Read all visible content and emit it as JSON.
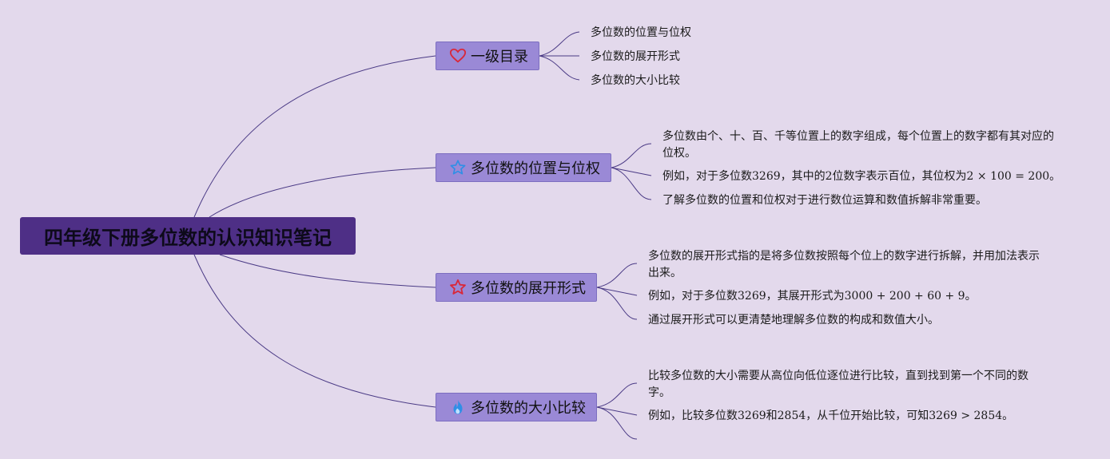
{
  "root": {
    "title": "四年级下册多位数的认识知识笔记"
  },
  "topics": [
    {
      "label": "一级目录",
      "icon": "heart-icon",
      "children": [
        "多位数的位置与位权",
        "多位数的展开形式",
        "多位数的大小比较"
      ]
    },
    {
      "label": "多位数的位置与位权",
      "icon": "star-outline-icon",
      "children": [
        "多位数由个、十、百、千等位置上的数字组成，每个位置上的数字都有其对应的位权。",
        "例如，对于多位数3269，其中的2位数字表示百位，其位权为2 × 100 = 200。",
        "了解多位数的位置和位权对于进行数位运算和数值拆解非常重要。"
      ]
    },
    {
      "label": "多位数的展开形式",
      "icon": "star-red-icon",
      "children": [
        "多位数的展开形式指的是将多位数按照每个位上的数字进行拆解，并用加法表示出来。",
        "例如，对于多位数3269，其展开形式为3000 + 200 + 60 + 9。",
        "通过展开形式可以更清楚地理解多位数的构成和数值大小。"
      ]
    },
    {
      "label": "多位数的大小比较",
      "icon": "flame-icon",
      "children": [
        "比较多位数的大小需要从高位向低位逐位进行比较，直到找到第一个不同的数字。",
        "例如，比较多位数3269和2854，从千位开始比较，可知3269 > 2854。",
        ""
      ]
    }
  ],
  "colors": {
    "background": "#e3d9ec",
    "root": "#4e2f86",
    "topic": "#9a89d6",
    "connector": "#4a3a85",
    "heart": "#d9283a",
    "star_outline": "#2f8fe6",
    "star_red": "#d9283a",
    "flame": "#2f8fe6"
  }
}
